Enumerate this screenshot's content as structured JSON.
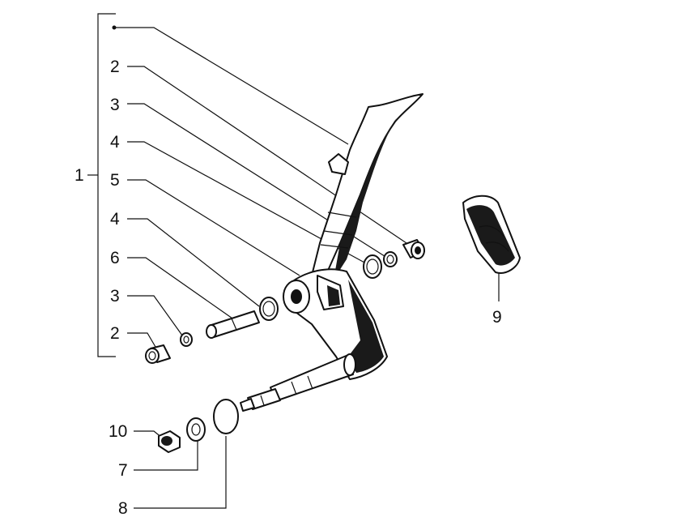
{
  "diagram": {
    "callouts": {
      "c1": "1",
      "c2_top": "2",
      "c3_top": "3",
      "c4_top": "4",
      "c5": "5",
      "c4_mid": "4",
      "c6": "6",
      "c3_low": "3",
      "c2_low": "2",
      "c10": "10",
      "c7": "7",
      "c8": "8",
      "c9": "9"
    },
    "parts": [
      "gear-shift-lever",
      "bushing",
      "circlip",
      "washer",
      "lever-arm",
      "pin",
      "pedal-rubber",
      "shim-washer",
      "o-ring",
      "nut"
    ],
    "colors": {
      "ink": "#111111",
      "paper": "#ffffff"
    }
  }
}
